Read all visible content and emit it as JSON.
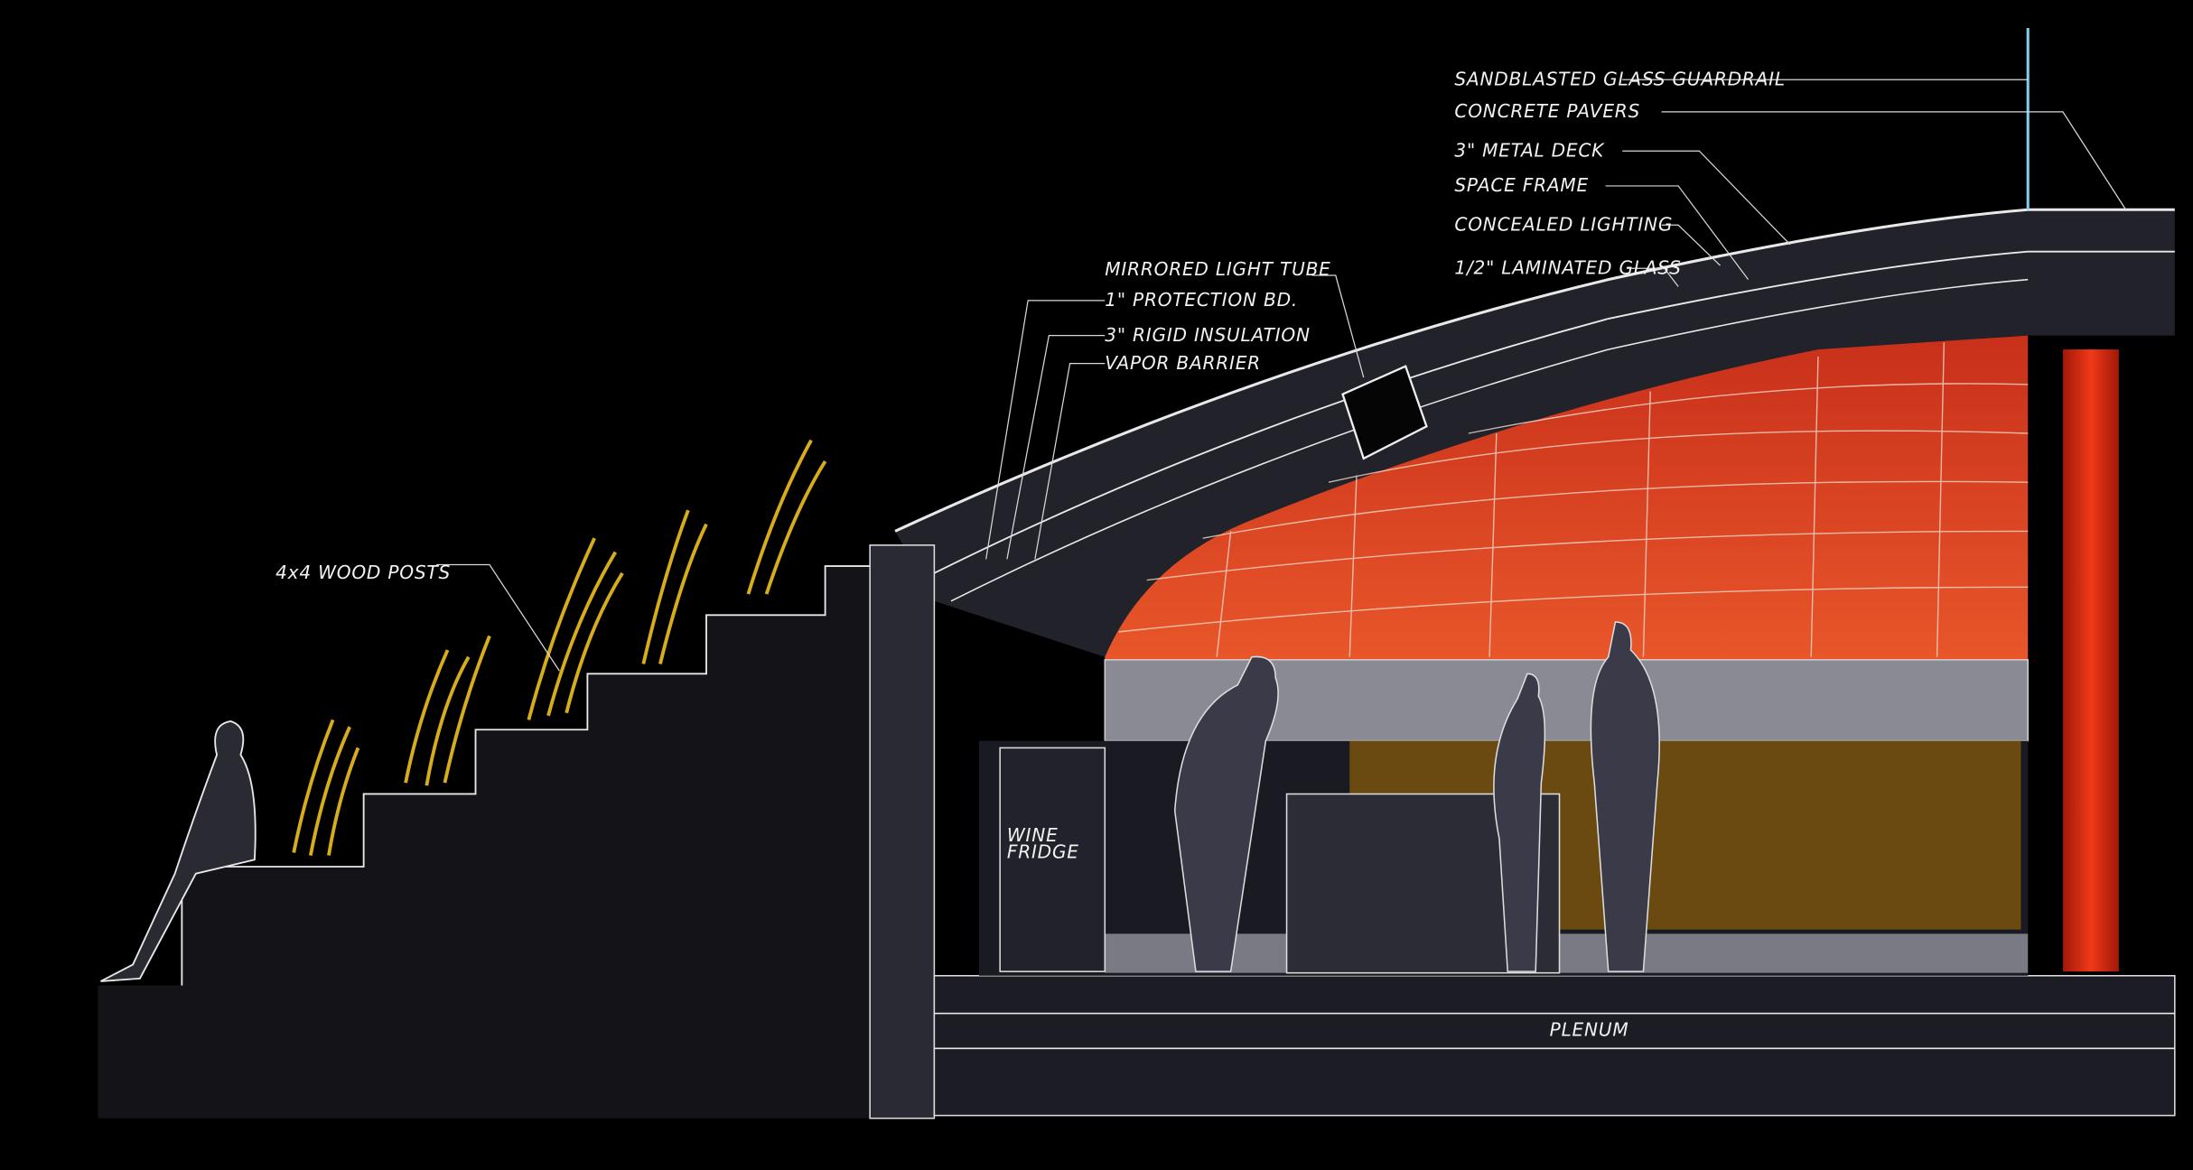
{
  "title": "Architectural section sketch",
  "colors": {
    "background": "#000000",
    "glass": "#d8401c",
    "column": "#e02a10",
    "accent": "#f0c020",
    "line": "#e8e8e8"
  },
  "labels": {
    "guardrail": "SANDBLASTED GLASS GUARDRAIL",
    "pavers": "CONCRETE PAVERS",
    "metal_deck": "3\" METAL DECK",
    "space_frame": "SPACE FRAME",
    "lighting": "CONCEALED LIGHTING",
    "laminated_glass": "1/2\" LAMINATED GLASS",
    "light_tube": "MIRRORED LIGHT TUBE",
    "protection_bd": "1\" PROTECTION BD.",
    "insulation": "3\" RIGID INSULATION",
    "vapor_barrier": "VAPOR BARRIER",
    "wood_posts": "4x4 WOOD POSTS",
    "wine_fridge_1": "WINE",
    "wine_fridge_2": "FRIDGE",
    "plenum": "PLENUM"
  }
}
